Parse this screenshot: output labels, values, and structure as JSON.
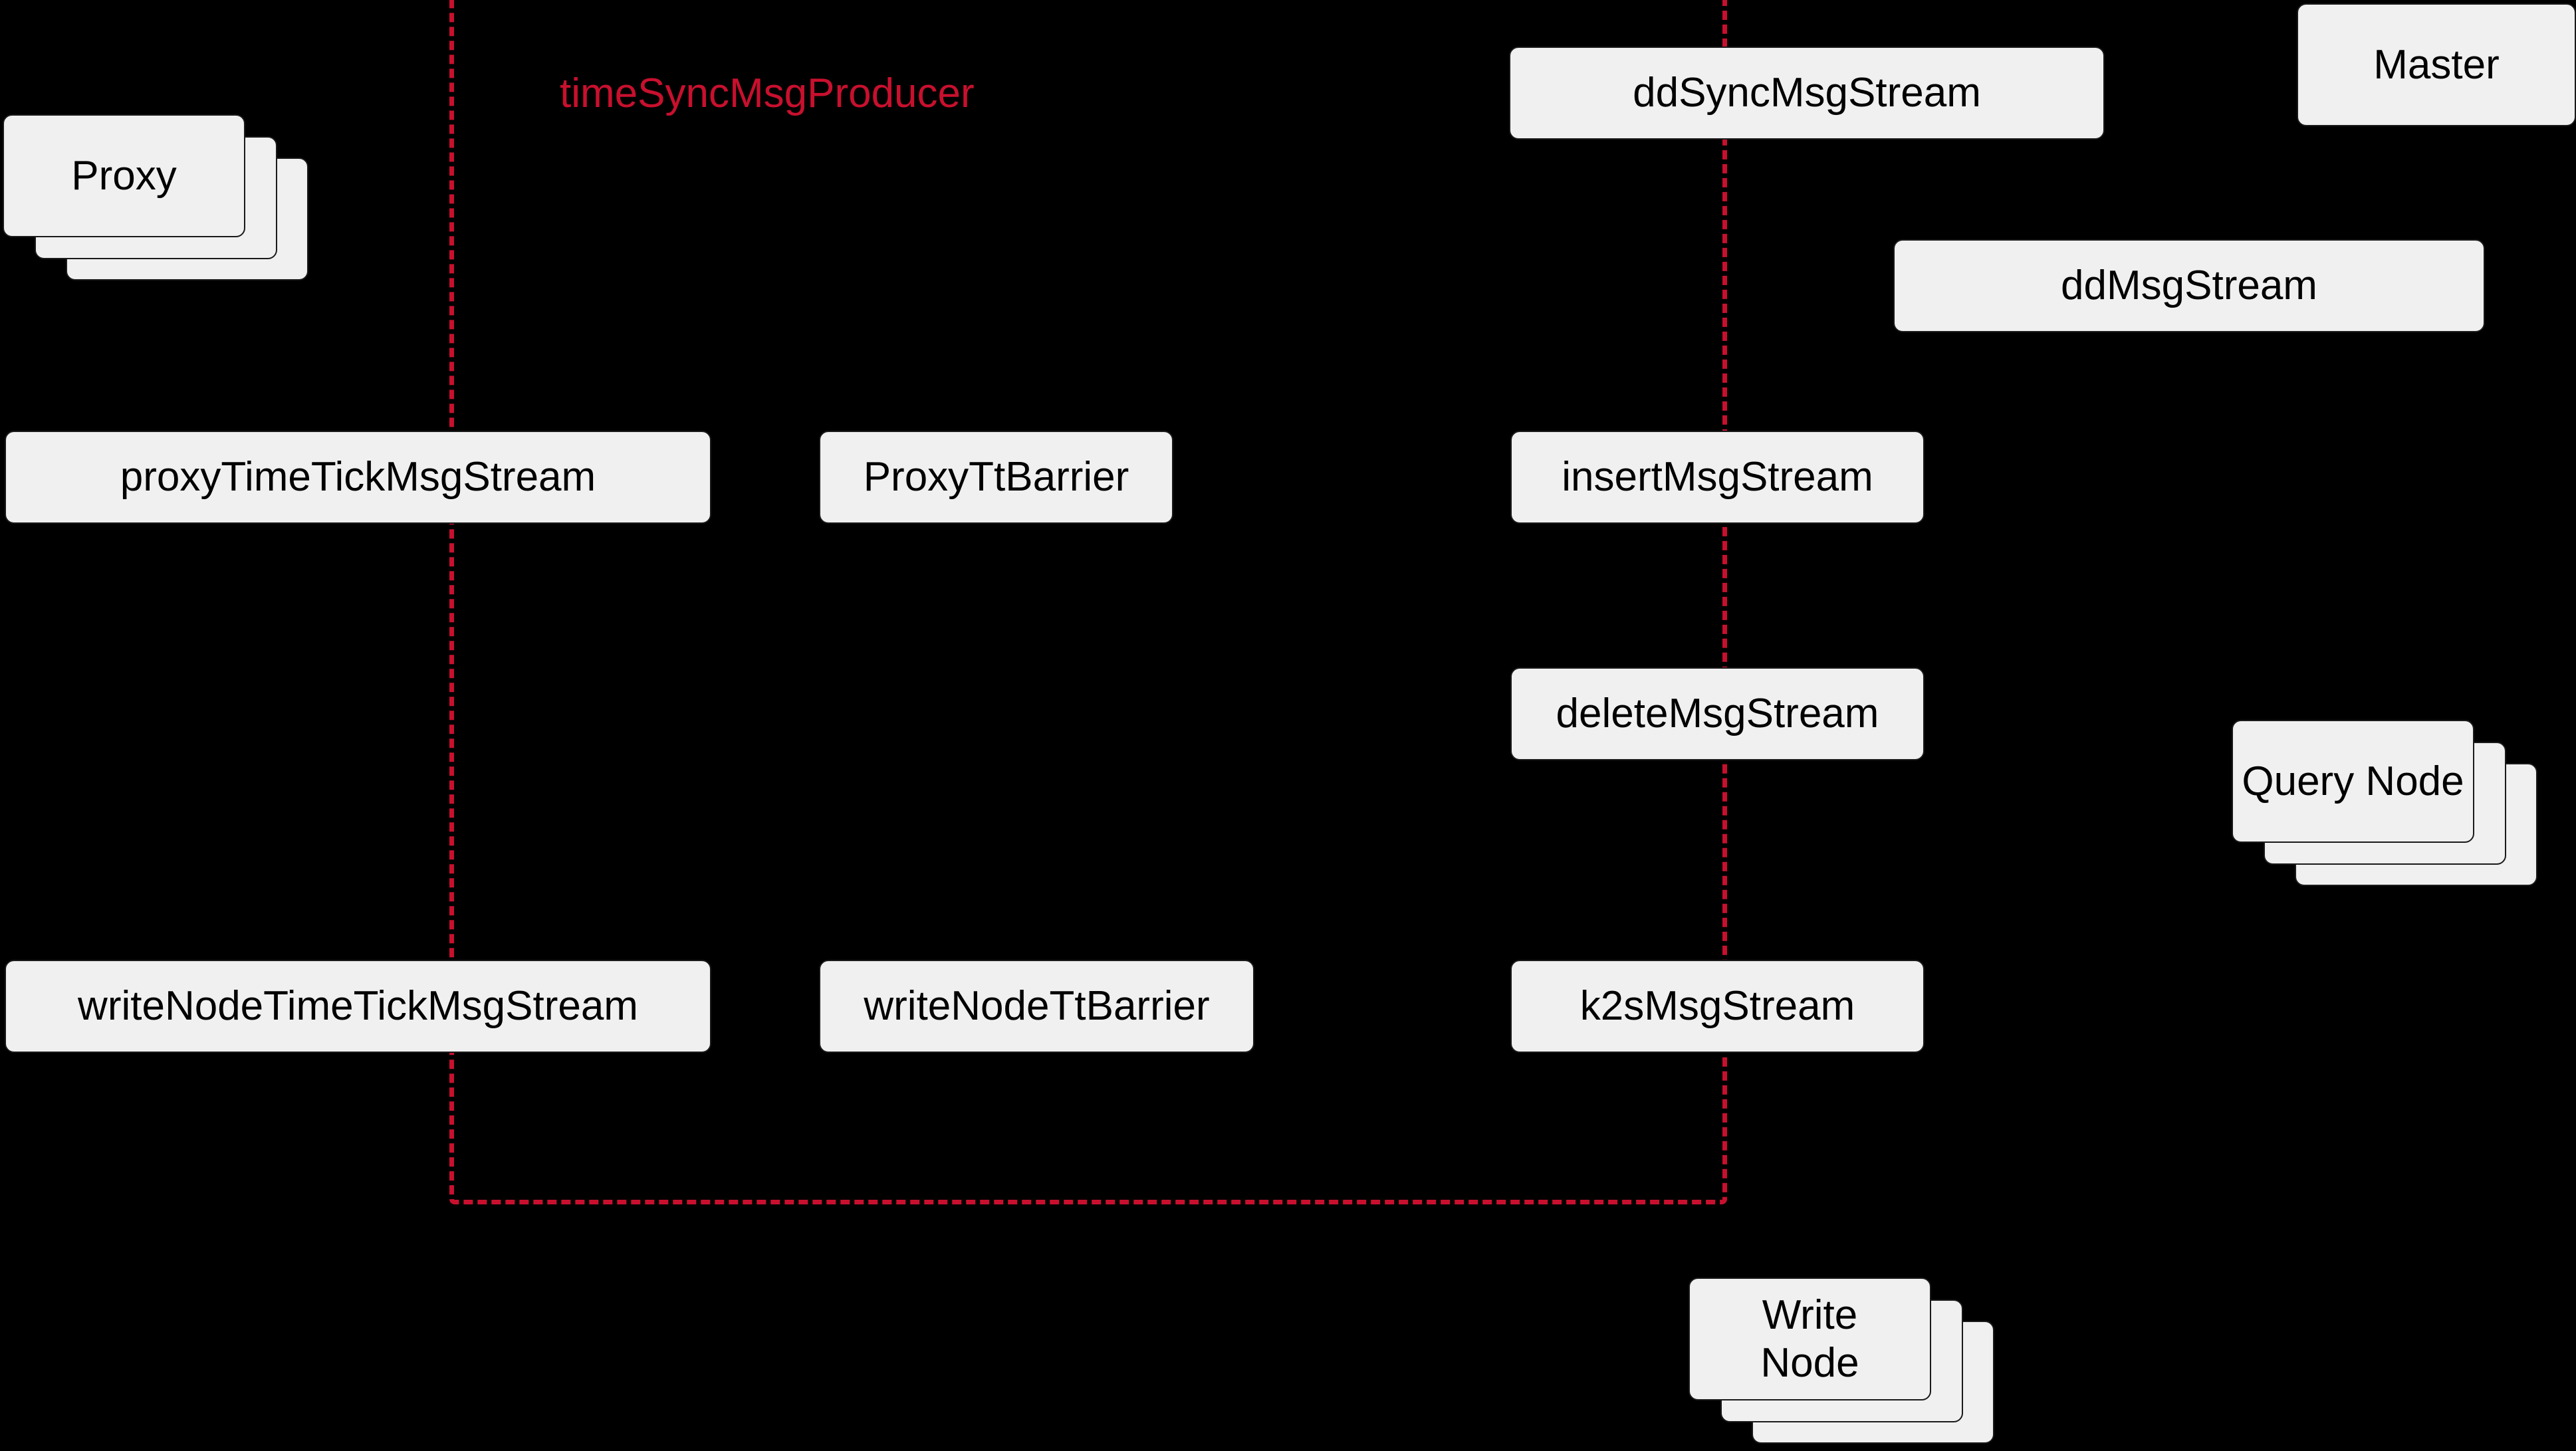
{
  "diagram": {
    "background_color": "#000000",
    "node_fill_color": "#f0f0f0",
    "node_border_color": "#1a1a1a",
    "accent_color": "#C8102E"
  },
  "group": {
    "label": "timeSyncMsgProducer",
    "color": "#C8102E",
    "style": "dashed"
  },
  "nodes": {
    "proxy": "Proxy",
    "master": "Master",
    "query_node": "Query Node",
    "write_node_line1": "Write",
    "write_node_line2": "Node",
    "dd_sync_msg_stream": "ddSyncMsgStream",
    "dd_msg_stream": "ddMsgStream",
    "proxy_time_tick_msg_stream": "proxyTimeTickMsgStream",
    "proxy_tt_barrier": "ProxyTtBarrier",
    "insert_msg_stream": "insertMsgStream",
    "delete_msg_stream": "deleteMsgStream",
    "write_node_time_tick_msg_stream": "writeNodeTimeTickMsgStream",
    "write_node_tt_barrier": "writeNodeTtBarrier",
    "k2s_msg_stream": "k2sMsgStream"
  }
}
